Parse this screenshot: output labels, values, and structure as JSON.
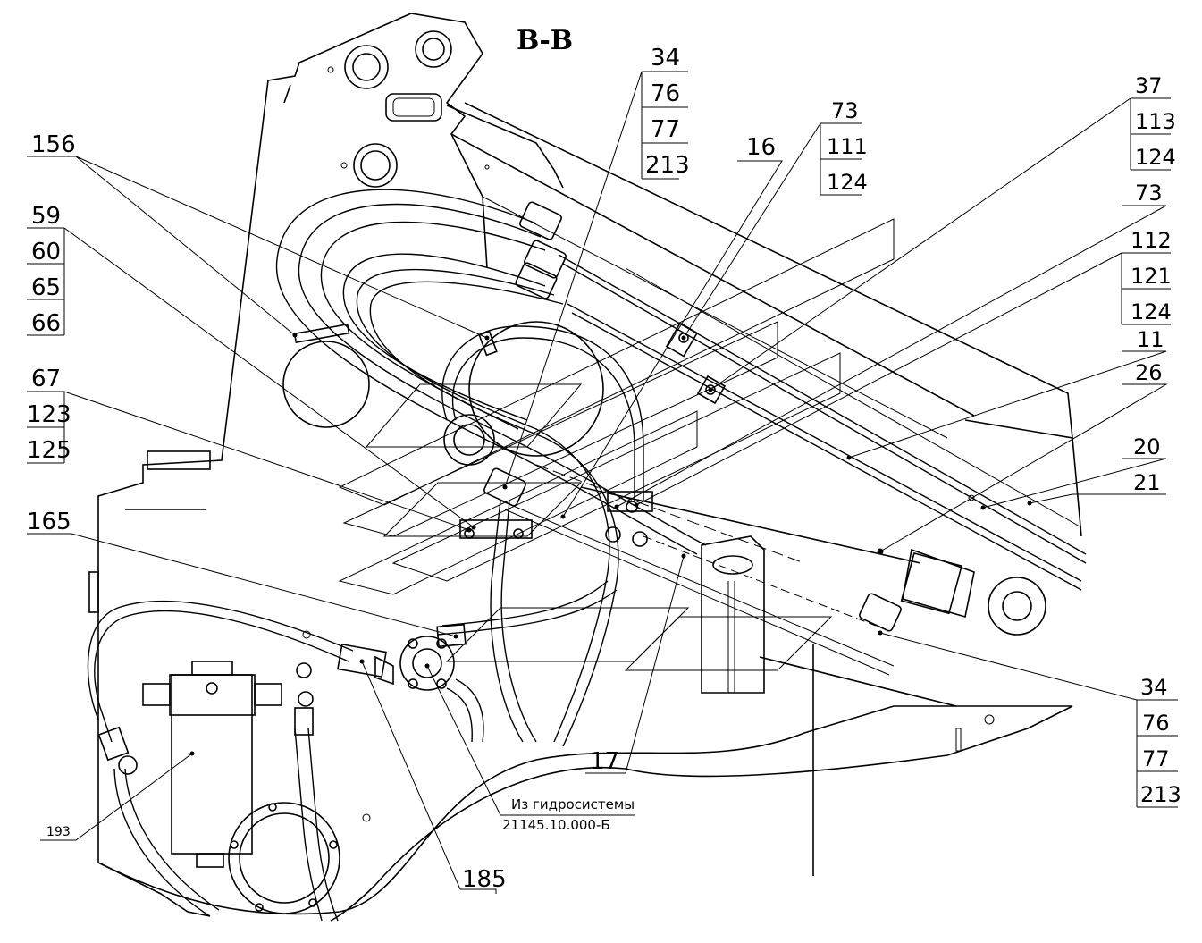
{
  "title": "В-В",
  "callouts": {
    "c156": "156",
    "c59": "59",
    "c60": "60",
    "c65": "65",
    "c66": "66",
    "c67": "67",
    "c123": "123",
    "c125": "125",
    "c165": "165",
    "c193": "193",
    "c185": "185",
    "c17": "17",
    "c34a": "34",
    "c76a": "76",
    "c77a": "77",
    "c213a": "213",
    "c16": "16",
    "c73a": "73",
    "c111": "111",
    "c124a": "124",
    "c37": "37",
    "c113": "113",
    "c124b": "124",
    "c73b": "73",
    "c112": "112",
    "c121": "121",
    "c124c": "124",
    "c11": "11",
    "c26": "26",
    "c20": "20",
    "c21": "21",
    "c34b": "34",
    "c76b": "76",
    "c77b": "77",
    "c213b": "213"
  },
  "note": {
    "line1": "Из гидросистемы",
    "line2": "21145.10.000-Б"
  }
}
